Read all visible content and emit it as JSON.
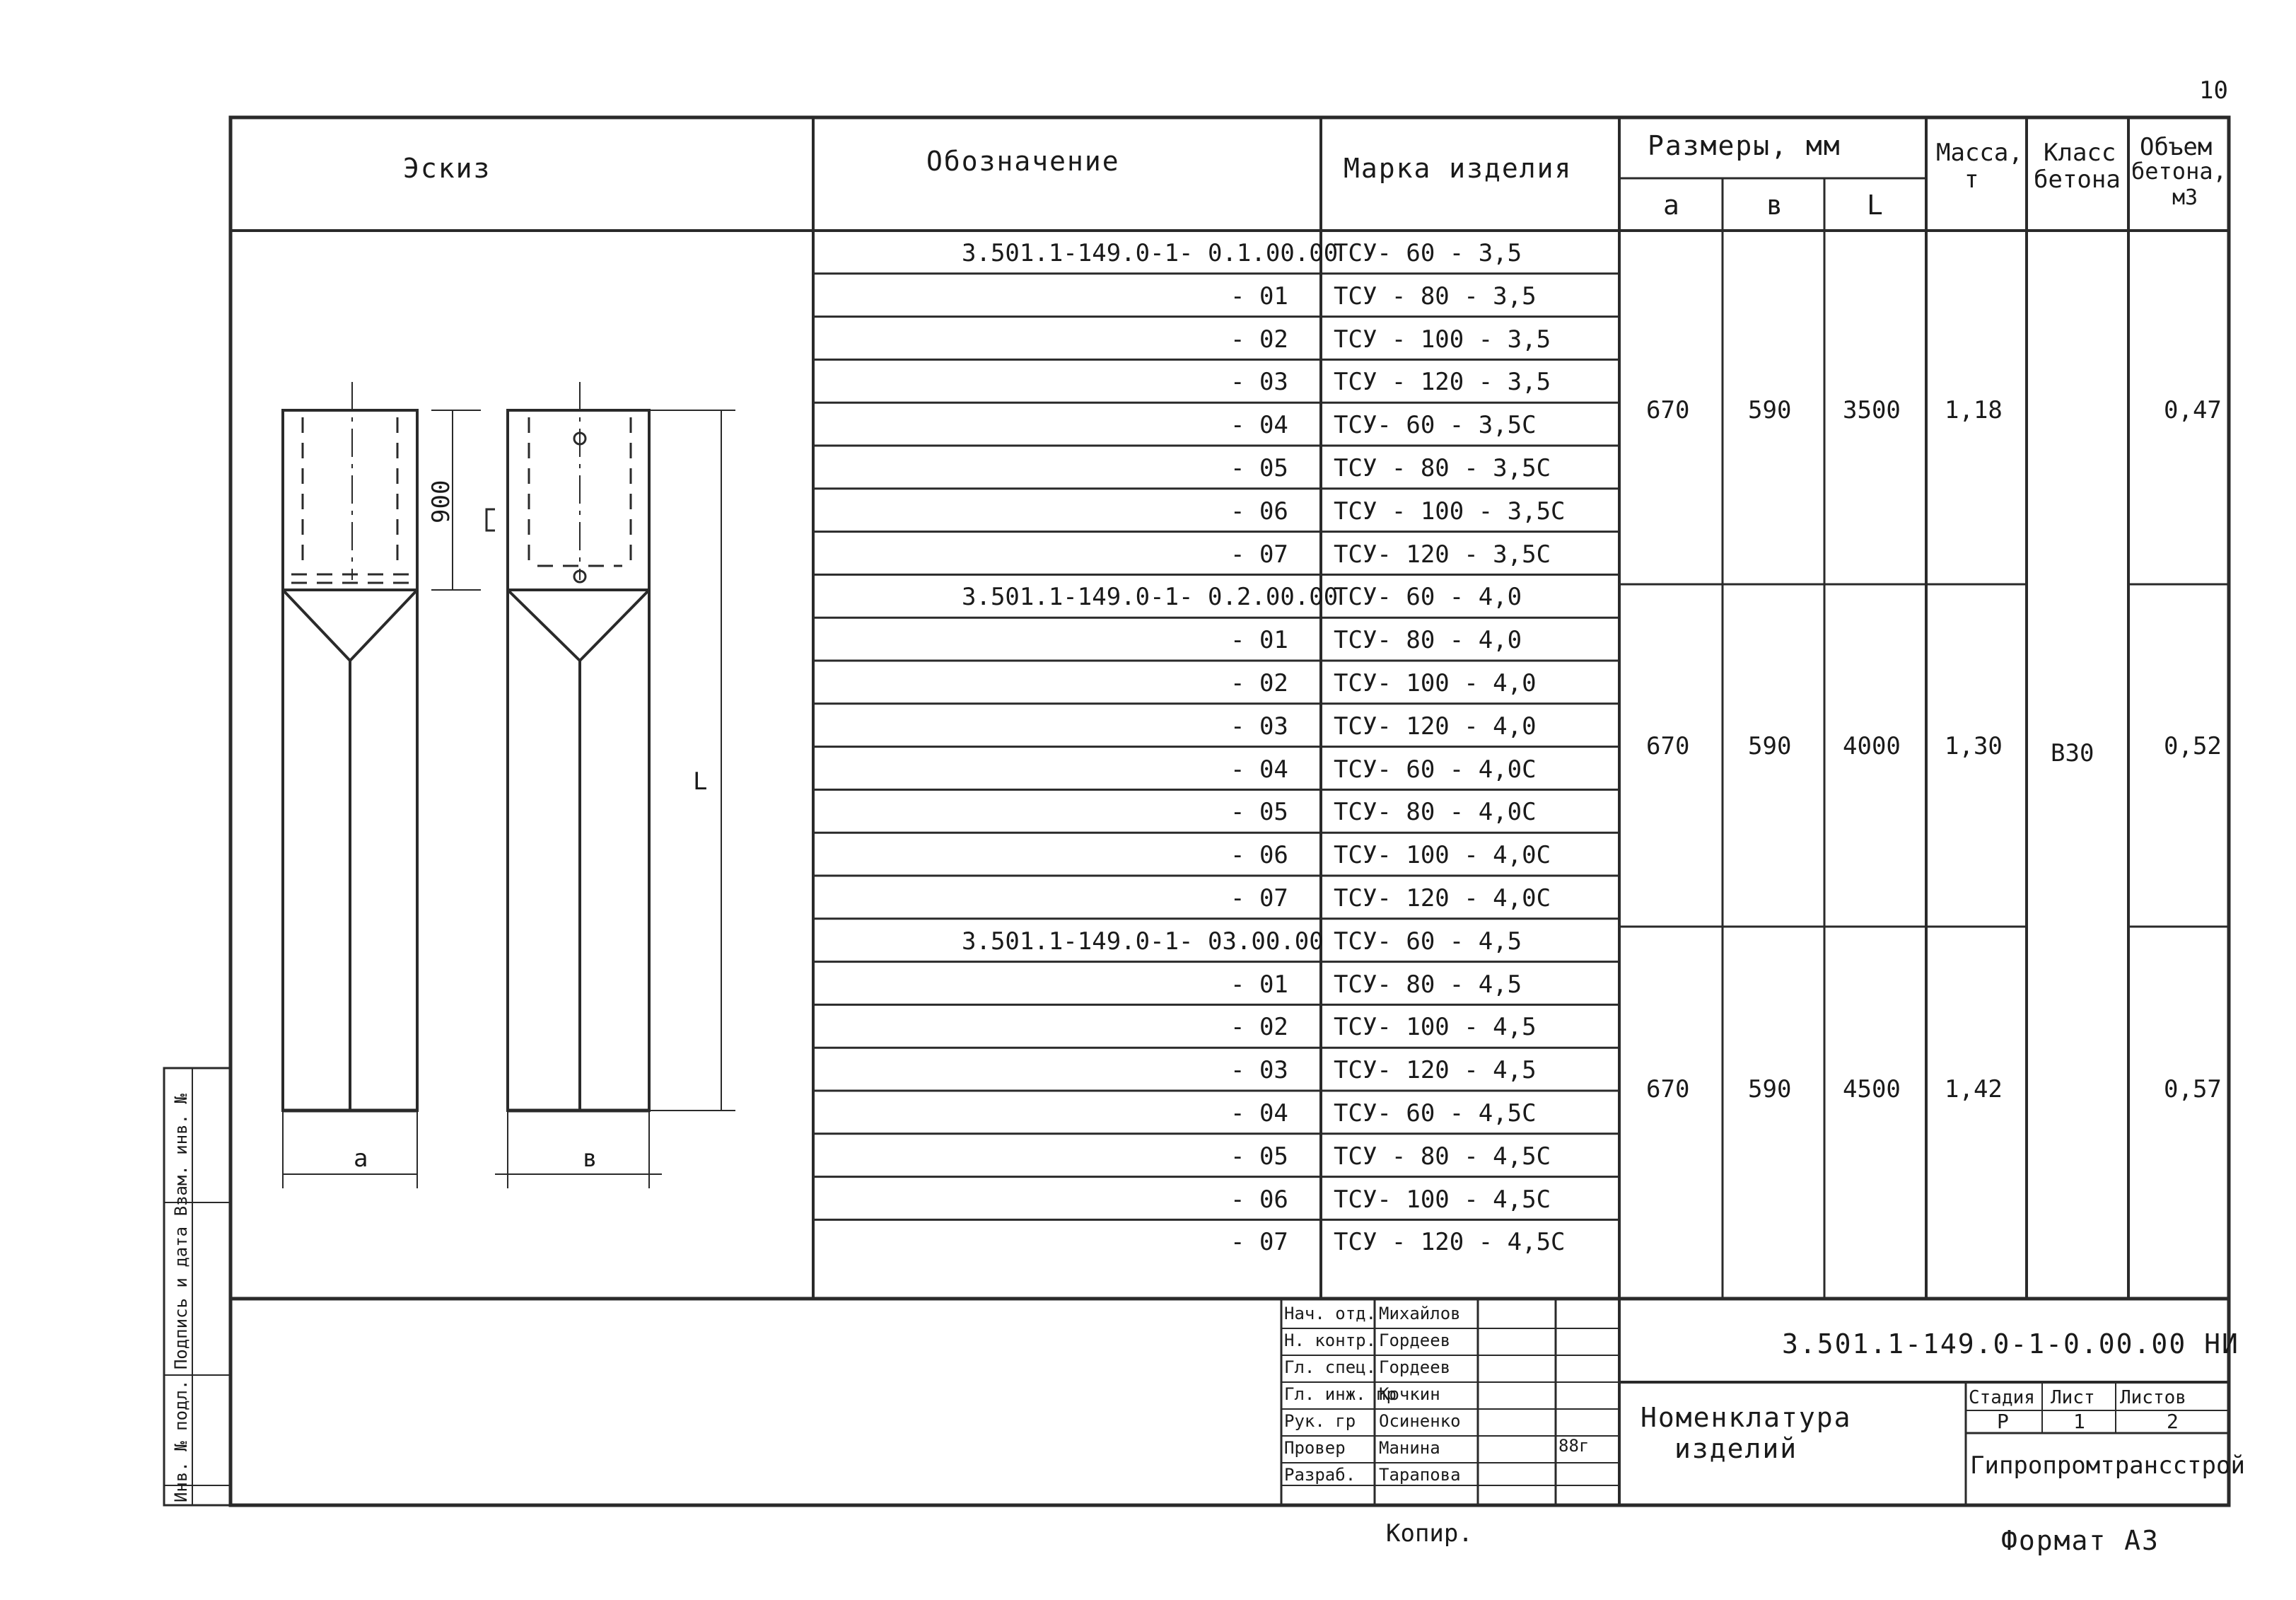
{
  "page_number": "10",
  "headers": {
    "sketch": "Эскиз",
    "designation": "Обозначение",
    "product_mark": "Марка изделия",
    "dimensions": "Размеры, мм",
    "dim_a": "а",
    "dim_b": "в",
    "dim_l": "L",
    "mass_line1": "Масса,",
    "mass_line2": "т",
    "concrete_class_line1": "Класс",
    "concrete_class_line2": "бетона",
    "volume_line1": "Объем",
    "volume_line2": "бетона,",
    "volume_line3": "м3"
  },
  "rows": [
    {
      "designation": "3.501.1-149.0-1- 0.1.00.00",
      "mark": "ТСУ- 60 - 3,5"
    },
    {
      "designation": "- 01",
      "mark": "ТСУ - 80 - 3,5"
    },
    {
      "designation": "- 02",
      "mark": "ТСУ - 100 - 3,5"
    },
    {
      "designation": "- 03",
      "mark": "ТСУ - 120 - 3,5"
    },
    {
      "designation": "- 04",
      "mark": "ТСУ- 60 - 3,5С"
    },
    {
      "designation": "- 05",
      "mark": "ТСУ - 80 - 3,5С"
    },
    {
      "designation": "- 06",
      "mark": "ТСУ - 100 - 3,5С"
    },
    {
      "designation": "- 07",
      "mark": "ТСУ- 120 - 3,5С"
    },
    {
      "designation": "3.501.1-149.0-1- 0.2.00.00",
      "mark": "ТСУ- 60 - 4,0"
    },
    {
      "designation": "- 01",
      "mark": "ТСУ- 80 - 4,0"
    },
    {
      "designation": "- 02",
      "mark": "ТСУ- 100 - 4,0"
    },
    {
      "designation": "- 03",
      "mark": "ТСУ- 120 - 4,0"
    },
    {
      "designation": "- 04",
      "mark": "ТСУ- 60 - 4,0С"
    },
    {
      "designation": "- 05",
      "mark": "ТСУ- 80 - 4,0С"
    },
    {
      "designation": "- 06",
      "mark": "ТСУ- 100 - 4,0С"
    },
    {
      "designation": "- 07",
      "mark": "ТСУ- 120 - 4,0С"
    },
    {
      "designation": "3.501.1-149.0-1- 03.00.00",
      "mark": "ТСУ- 60 - 4,5"
    },
    {
      "designation": "- 01",
      "mark": "ТСУ- 80 - 4,5"
    },
    {
      "designation": "- 02",
      "mark": "ТСУ- 100 - 4,5"
    },
    {
      "designation": "- 03",
      "mark": "ТСУ- 120 - 4,5"
    },
    {
      "designation": "- 04",
      "mark": "ТСУ- 60 - 4,5С"
    },
    {
      "designation": "- 05",
      "mark": "ТСУ - 80 - 4,5С"
    },
    {
      "designation": "- 06",
      "mark": "ТСУ- 100 - 4,5С"
    },
    {
      "designation": "- 07",
      "mark": "ТСУ - 120 - 4,5С"
    }
  ],
  "groups": [
    {
      "a": "670",
      "b": "590",
      "l": "3500",
      "mass": "1,18",
      "volume": "0,47"
    },
    {
      "a": "670",
      "b": "590",
      "l": "4000",
      "mass": "1,30",
      "volume": "0,52"
    },
    {
      "a": "670",
      "b": "590",
      "l": "4500",
      "mass": "1,42",
      "volume": "0,57"
    }
  ],
  "concrete_class": "В30",
  "sketch_labels": {
    "dim_900": "900",
    "dim_l": "L",
    "dim_a": "а",
    "dim_b": "в"
  },
  "title_block": {
    "document_code": "3.501.1-149.0-1-0.00.00 НИ",
    "doc_title_line1": "Номенклатура",
    "doc_title_line2": "изделий",
    "stage_label": "Стадия",
    "sheet_label": "Лист",
    "sheets_label": "Листов",
    "stage": "Р",
    "sheet": "1",
    "sheets": "2",
    "organization": "Гипропромтрансстрой",
    "signers": [
      {
        "role": "Нач. отд.",
        "name": "Михайлов"
      },
      {
        "role": "Н. контр.",
        "name": "Гордеев"
      },
      {
        "role": "Гл. спец.",
        "name": "Гордеев"
      },
      {
        "role": "Гл. инж. пр",
        "name": "Кочкин"
      },
      {
        "role": "Рук. гр",
        "name": "Осиненко"
      },
      {
        "role": "Провер",
        "name": "Манина"
      },
      {
        "role": "Разраб.",
        "name": "Тарапова"
      }
    ],
    "signature_date": "88г"
  },
  "copied_label": "Копир.",
  "format_label": "Формат А3",
  "side_stamp": "Инв. № подл.   Подпись и дата   Взам. инв. №"
}
